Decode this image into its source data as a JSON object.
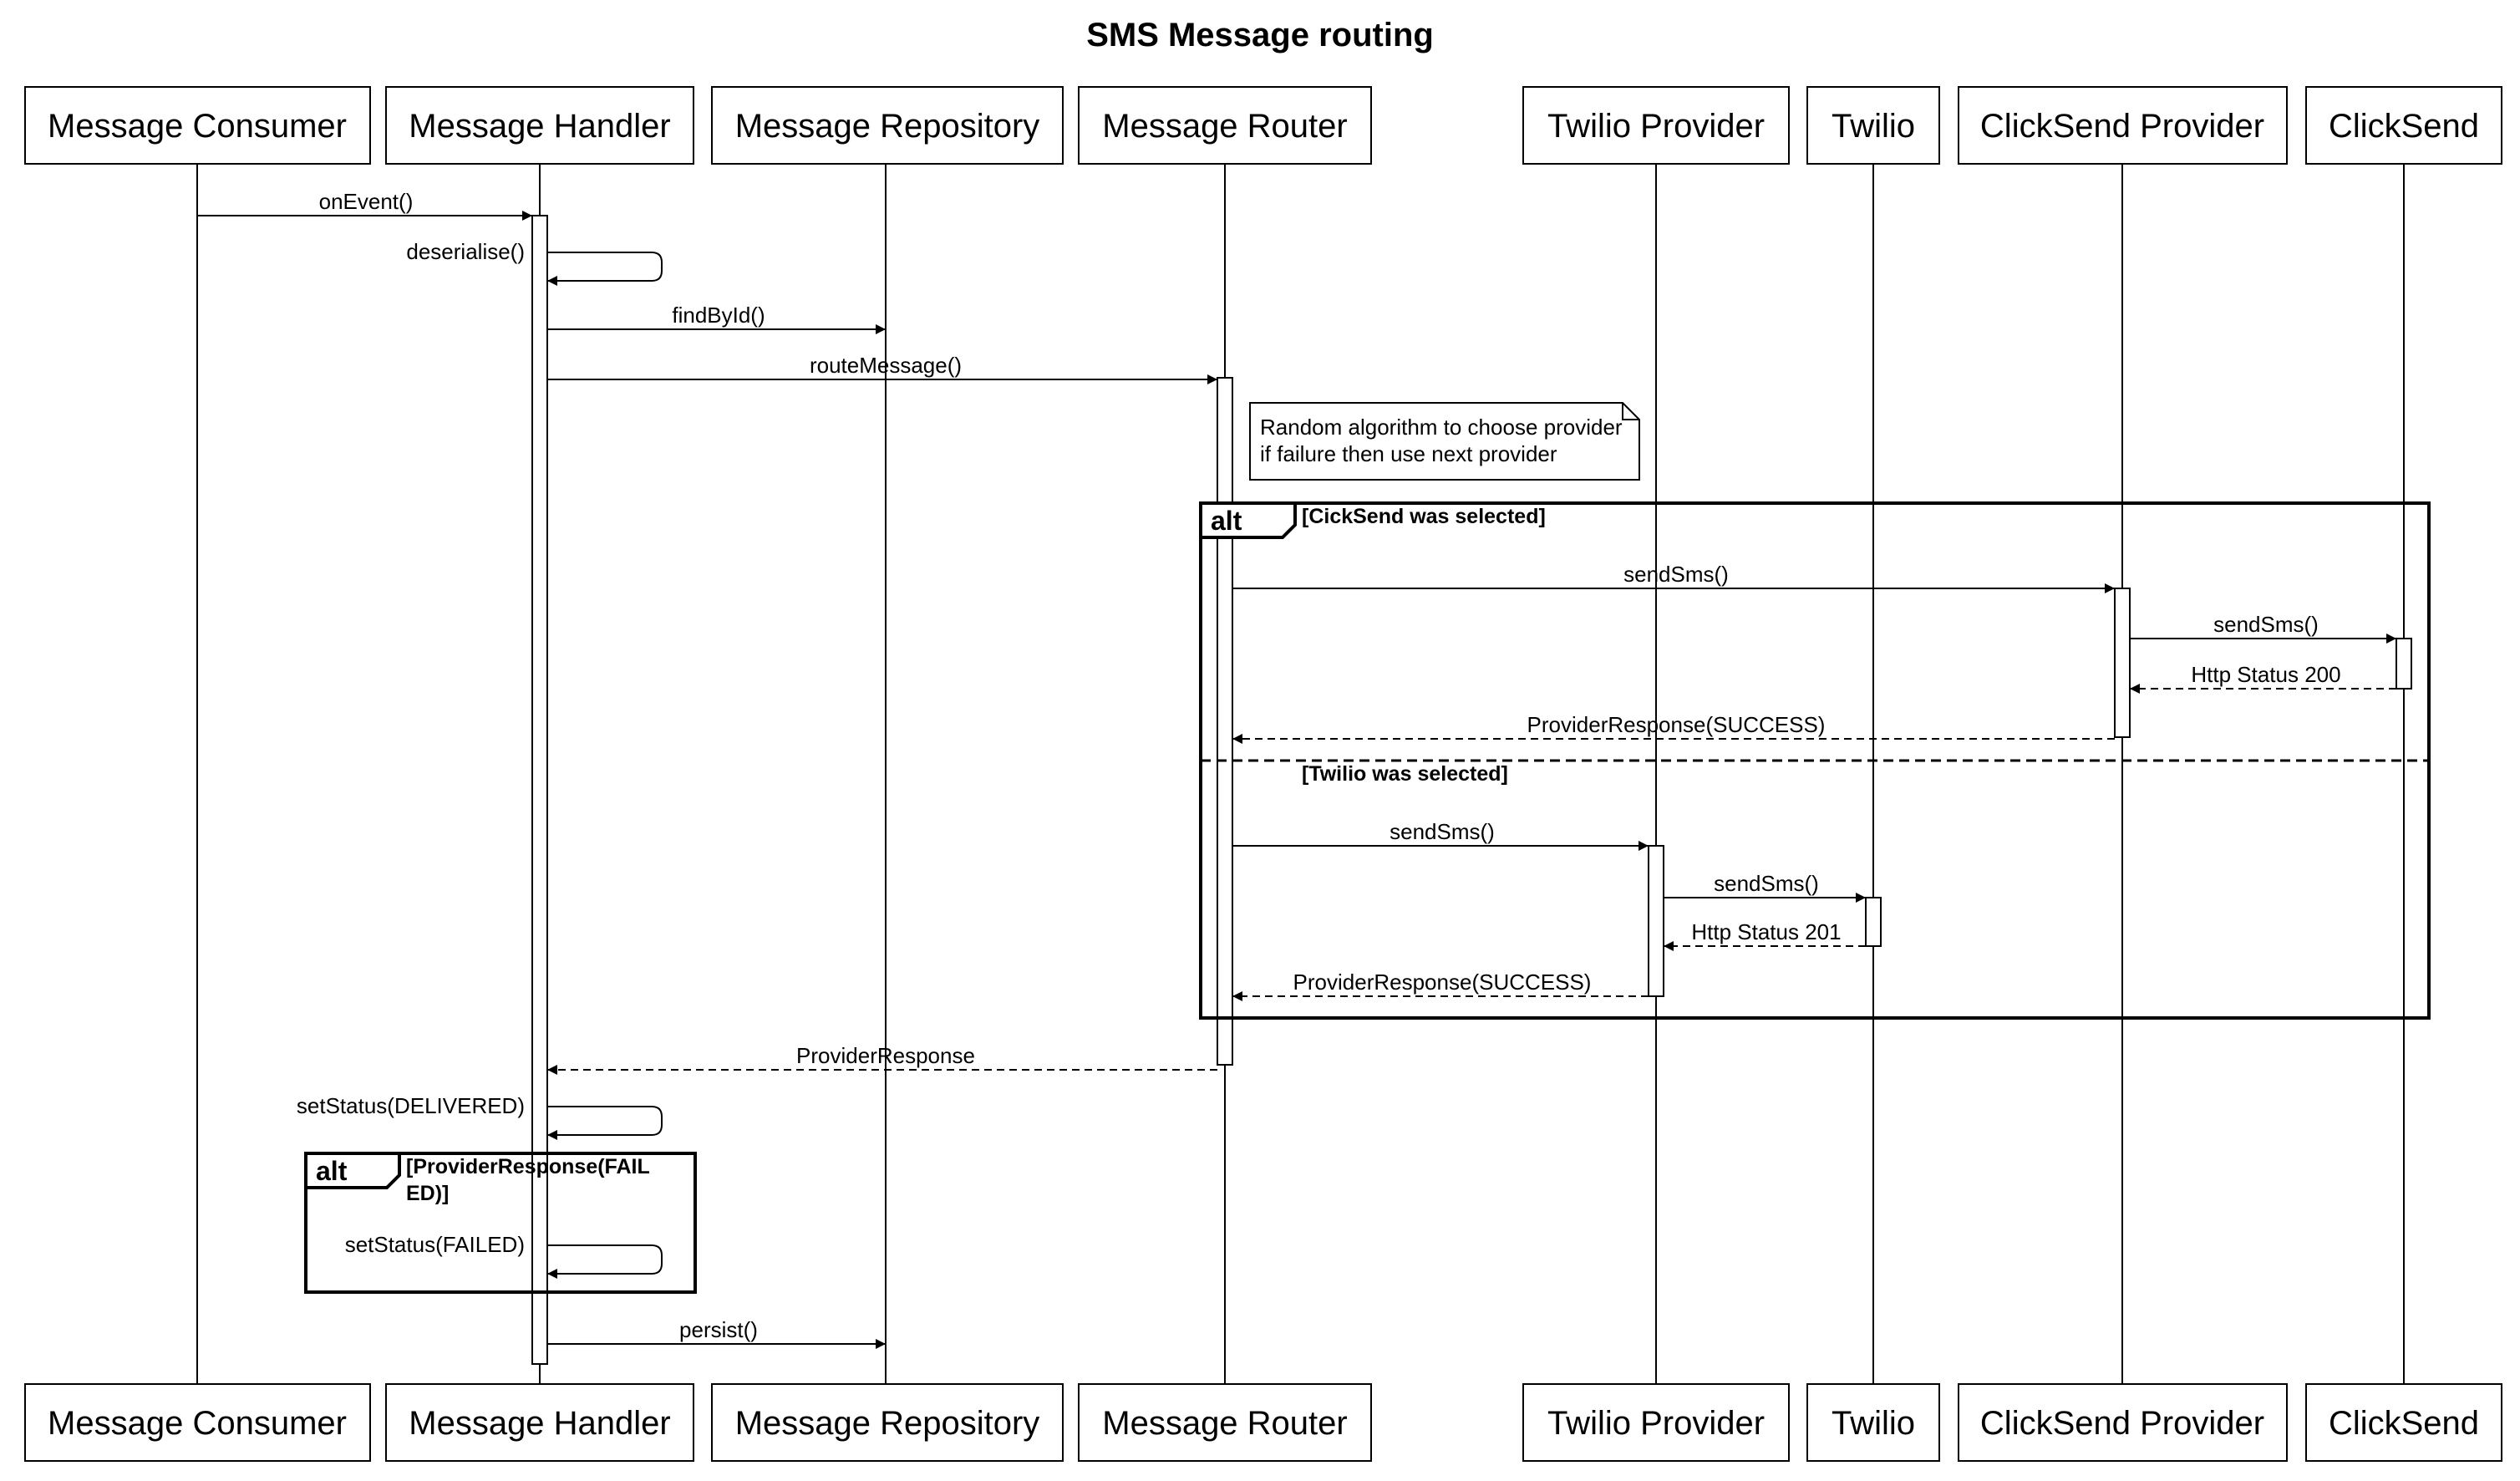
{
  "title": "SMS Message routing",
  "participants": [
    {
      "id": "consumer",
      "label": "Message Consumer"
    },
    {
      "id": "handler",
      "label": "Message Handler"
    },
    {
      "id": "repository",
      "label": "Message Repository"
    },
    {
      "id": "router",
      "label": "Message Router"
    },
    {
      "id": "twilio_provider",
      "label": "Twilio Provider"
    },
    {
      "id": "twilio",
      "label": "Twilio"
    },
    {
      "id": "clicksend_provider",
      "label": "ClickSend Provider"
    },
    {
      "id": "clicksend",
      "label": "ClickSend"
    }
  ],
  "messages": {
    "on_event": "onEvent()",
    "deserialise": "deserialise()",
    "find_by_id": "findById()",
    "route_message": "routeMessage()",
    "cs_send_sms": "sendSms()",
    "cs_send_sms_external": "sendSms()",
    "cs_http_status": "Http Status 200",
    "cs_provider_response": "ProviderResponse(SUCCESS)",
    "tw_send_sms": "sendSms()",
    "tw_send_sms_external": "sendSms()",
    "tw_http_status": "Http Status 201",
    "tw_provider_response": "ProviderResponse(SUCCESS)",
    "provider_response": "ProviderResponse",
    "set_status_delivered": "setStatus(DELIVERED)",
    "set_status_failed": "setStatus(FAILED)",
    "persist": "persist()"
  },
  "note": {
    "line1": "Random algorithm to choose provider",
    "line2": "if failure then use next provider"
  },
  "alt_provider": {
    "keyword": "alt",
    "guard_clicksend": "[CickSend was selected]",
    "guard_twilio": "[Twilio was selected]"
  },
  "alt_failed": {
    "keyword": "alt",
    "guard_line1": "[ProviderResponse(FAIL",
    "guard_line2": "ED)]"
  }
}
